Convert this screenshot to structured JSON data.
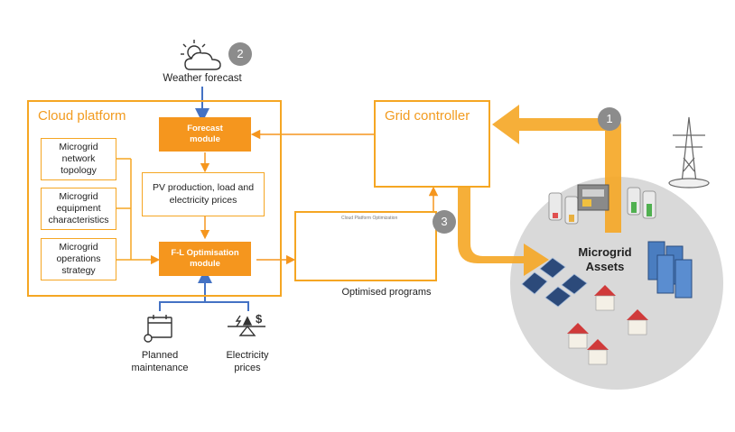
{
  "weather": {
    "label": "Weather forecast",
    "badge": "2"
  },
  "cloud_platform": {
    "title": "Cloud platform",
    "forecast_module": {
      "line1": "Forecast",
      "line2": "module"
    },
    "pv_box": {
      "line1": "PV production, load and",
      "line2": "electricity prices"
    },
    "optimisation_module": {
      "line1": "F-L Optimisation",
      "line2": "module"
    },
    "side_boxes": [
      {
        "line1": "Microgrid",
        "line2": "network",
        "line3": "topology"
      },
      {
        "line1": "Microgrid",
        "line2": "equipment",
        "line3": "characteristics"
      },
      {
        "line1": "Microgrid",
        "line2": "operations",
        "line3": "strategy"
      }
    ]
  },
  "grid_controller": {
    "title": "Grid controller",
    "badge": "1"
  },
  "optimised_programs": {
    "label": "Optimised programs",
    "chart_title": "Cloud Platform Optimization",
    "badge": "3"
  },
  "microgrid": {
    "line1": "Microgrid",
    "line2": "Assets"
  },
  "inputs": {
    "maintenance": {
      "line1": "Planned",
      "line2": "maintenance"
    },
    "prices": {
      "line1": "Electricity",
      "line2": "prices"
    }
  },
  "colors": {
    "accent": "#f5961e",
    "arrow_blue": "#4472c4",
    "badge": "#8c8c8c"
  },
  "icons": [
    "weather-cloud-sun-icon",
    "calendar-gear-icon",
    "scale-price-icon",
    "power-pylon-icon",
    "battery-icon",
    "solar-panel-icon",
    "house-icon",
    "server-rack-icon"
  ]
}
